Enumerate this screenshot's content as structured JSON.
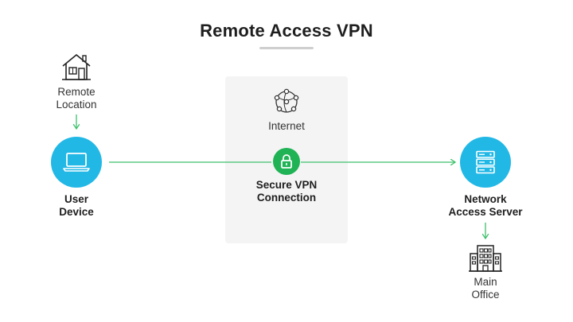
{
  "title": "Remote Access VPN",
  "nodes": {
    "remote_location": {
      "line1": "Remote",
      "line2": "Location",
      "icon": "house-icon"
    },
    "user_device": {
      "line1": "User",
      "line2": "Device",
      "icon": "laptop-icon"
    },
    "internet": {
      "label": "Internet",
      "icon": "network-globe-icon"
    },
    "secure_vpn": {
      "line1": "Secure VPN",
      "line2": "Connection",
      "icon": "lock-icon"
    },
    "network_access_server": {
      "line1": "Network",
      "line2": "Access Server",
      "icon": "server-icon"
    },
    "main_office": {
      "line1": "Main",
      "line2": "Office",
      "icon": "office-building-icon"
    }
  },
  "colors": {
    "device_circle": "#22b8e6",
    "lock_circle": "#1fb355",
    "connector": "#3cc06a",
    "panel": "#f4f4f4"
  }
}
